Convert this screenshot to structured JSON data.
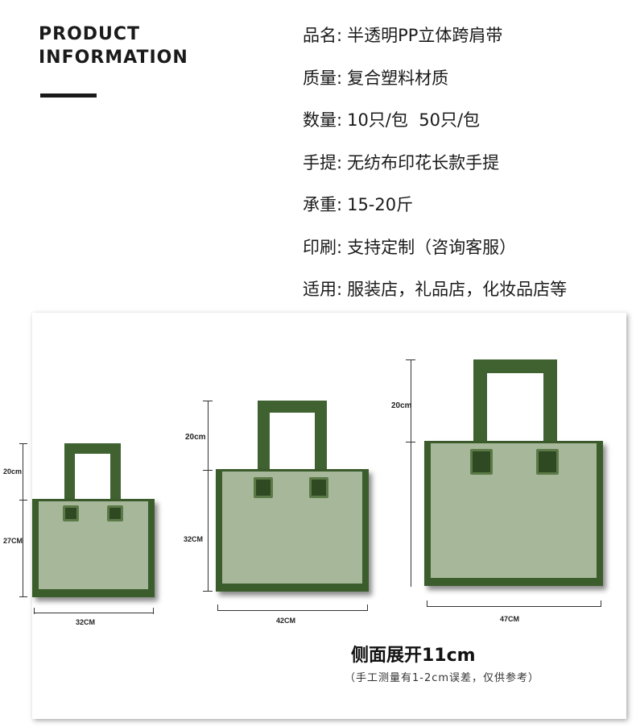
{
  "header": {
    "title_line1": "PRODUCT",
    "title_line2": "INFORMATION"
  },
  "specs": [
    {
      "key": "品名",
      "value": "半透明PP立体跨肩带"
    },
    {
      "key": "质量",
      "value": "复合塑料材质"
    },
    {
      "key": "数量",
      "value": "10只/包  50只/包"
    },
    {
      "key": "手提",
      "value": "无纺布印花长款手提"
    },
    {
      "key": "承重",
      "value": "15-20斤"
    },
    {
      "key": "印刷",
      "value": "支持定制（咨询客服）"
    },
    {
      "key": "适用",
      "value": "服装店，礼品店，化妆品店等"
    }
  ],
  "separator": ":",
  "bags": [
    {
      "handle": "20cm",
      "height": "27CM",
      "width": "32CM"
    },
    {
      "handle": "20cm",
      "height": "32CM",
      "width": "42CM"
    },
    {
      "handle": "20cm",
      "height": "",
      "width": "47CM"
    }
  ],
  "headline": "侧面展开11cm",
  "note": "（手工测量有1-2cm误差，仅供参考）",
  "colors": {
    "bag_fill": "#a7b79a",
    "bag_edge": "#3b5d2c",
    "handle": "#3f6230"
  }
}
